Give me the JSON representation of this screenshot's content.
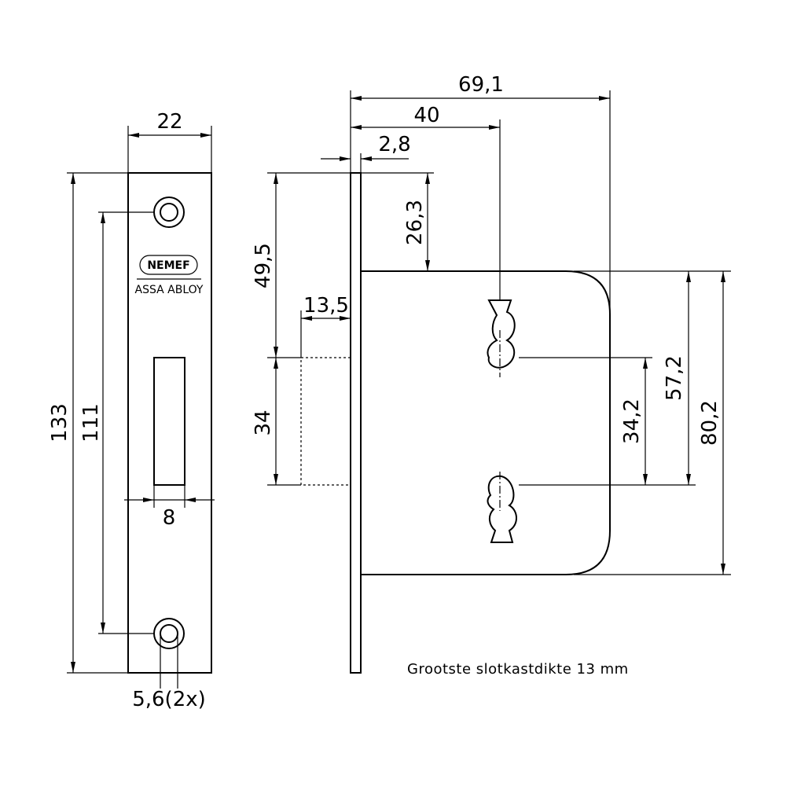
{
  "faceplate": {
    "width_label": "22",
    "height_label": "133",
    "hole_spacing_label": "111",
    "slot_width_label": "8",
    "hole_diameter_label": "5,6(2x)",
    "logo_brand": "NEMEF",
    "logo_group": "ASSA ABLOY"
  },
  "lock_body": {
    "overall_depth_label": "69,1",
    "backset_label": "40",
    "plate_thickness_label": "2,8",
    "to_body_top_label": "26,3",
    "to_bolt_top_label": "49,5",
    "bolt_throw_label": "13,5",
    "bolt_height_label": "34",
    "keyhole_spacing_label": "34,2",
    "lower_to_top_label": "57,2",
    "body_height_label": "80,2"
  },
  "note": "Grootste slotkastdikte 13 mm"
}
